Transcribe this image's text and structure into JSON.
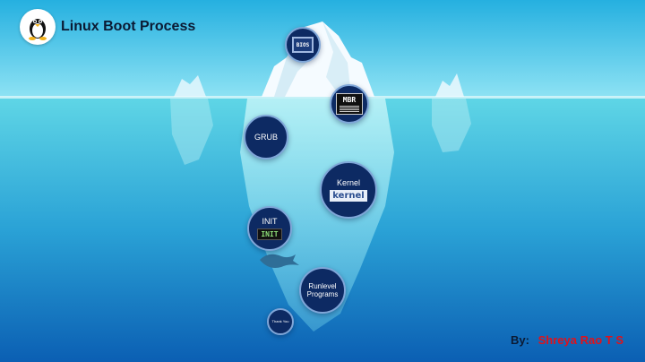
{
  "header": {
    "title": "Linux Boot Process",
    "logo_icon": "tux-penguin-icon"
  },
  "nodes": {
    "bios": {
      "chip": "BIOS"
    },
    "mbr": {
      "chip": "MBR"
    },
    "grub": {
      "label": "GRUB"
    },
    "kernel": {
      "label": "Kernel",
      "chip": "kernel"
    },
    "init": {
      "label": "INIT",
      "chip": "INIT"
    },
    "runlevel": {
      "label": "Runlevel\nPrograms"
    },
    "thanks": {
      "label": "Thank You"
    }
  },
  "footer": {
    "by_label": "By:",
    "author": "Shreya Rao T S"
  },
  "colors": {
    "sky_top": "#25b0e0",
    "sky_bottom": "#8fe3f4",
    "water_top": "#5fd6e6",
    "water_bottom": "#0b5fb3",
    "node_fill": "#0d2a63",
    "author_color": "#e0121b"
  }
}
